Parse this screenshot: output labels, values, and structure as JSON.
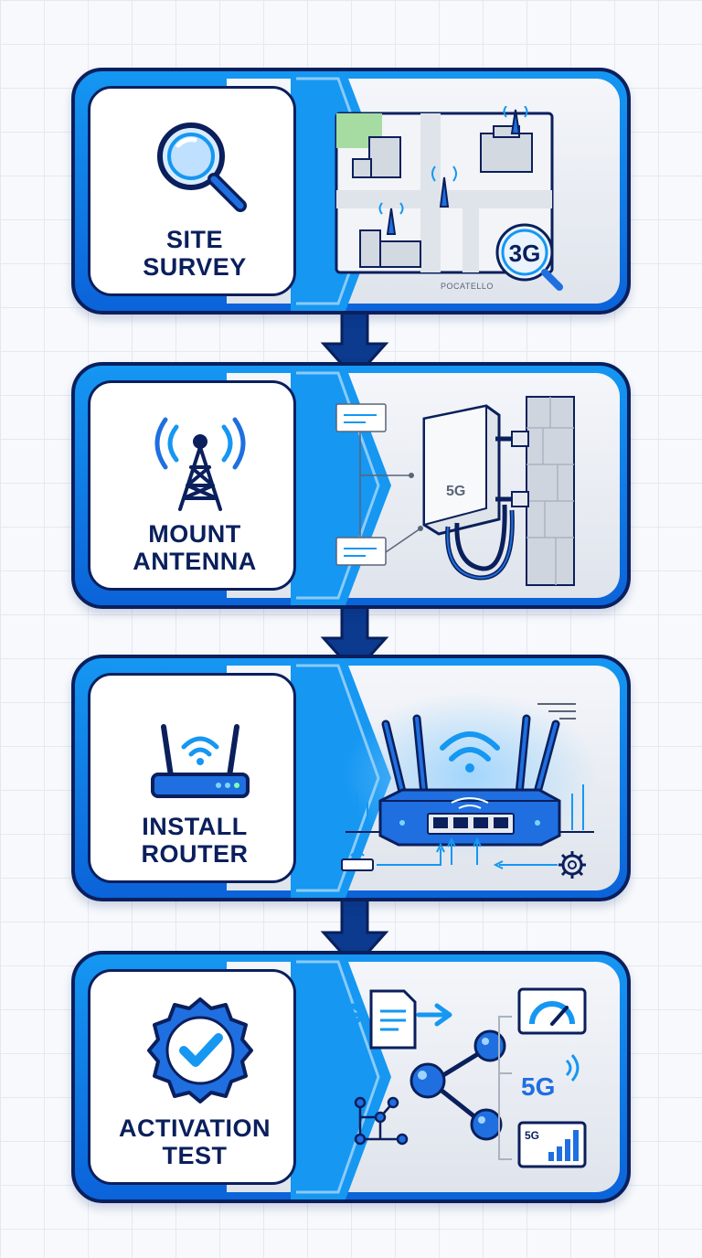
{
  "steps": [
    {
      "title_line1": "SITE",
      "title_line2": "SURVEY",
      "icon": "magnifier-icon",
      "map_badge": "3G",
      "map_caption": "POCATELLO"
    },
    {
      "title_line1": "MOUNT",
      "title_line2": "ANTENNA",
      "icon": "cell-tower-icon",
      "device_label": "5G"
    },
    {
      "title_line1": "INSTALL",
      "title_line2": "ROUTER",
      "icon": "wifi-router-icon"
    },
    {
      "title_line1": "ACTIVATION",
      "title_line2": "TEST",
      "icon": "verified-badge-icon",
      "network_label": "5G",
      "signal_label": "5G"
    }
  ],
  "colors": {
    "navy": "#0a1f5c",
    "blue": "#1597f2",
    "deep_blue": "#0b63d9",
    "panel": "#e6eaf0"
  }
}
